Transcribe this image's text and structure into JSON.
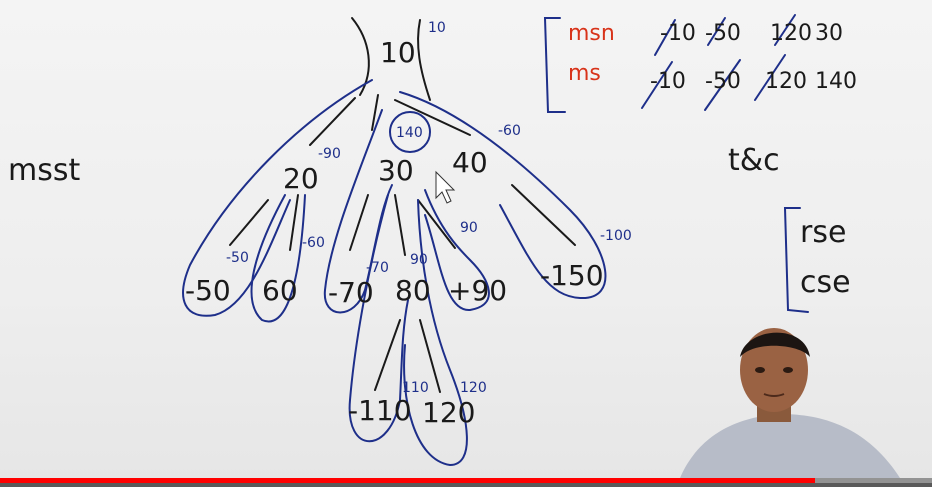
{
  "video": {
    "progress_percent": 87.4
  },
  "board": {
    "title_left": "msst",
    "root": {
      "value": "10",
      "tag": "10"
    },
    "level1": [
      {
        "value": "20",
        "tag": "-90"
      },
      {
        "value": "30",
        "tag": "140"
      },
      {
        "value": "40",
        "tag": "-60"
      }
    ],
    "leaves_20": [
      {
        "value": "-50",
        "tag": "-50"
      },
      {
        "value": "60",
        "tag": "-60"
      }
    ],
    "leaves_30": [
      {
        "value": "-70",
        "tag": "-70"
      },
      {
        "value": "80",
        "tag": "90"
      },
      {
        "value": "+90",
        "tag": "90"
      }
    ],
    "leaves_40": [
      {
        "value": "-150",
        "tag": "-100"
      }
    ],
    "leaves_80": [
      {
        "value": "-110",
        "tag": "110"
      },
      {
        "value": "120",
        "tag": "120"
      }
    ],
    "memo": {
      "row1_label": "msn",
      "row1_values": [
        "-10",
        "-50",
        "120",
        "30"
      ],
      "row2_label": "ms",
      "row2_values": [
        "-10",
        "-50",
        "120",
        "140"
      ]
    },
    "complexity_label": "t&c",
    "complexity_items": [
      "rse",
      "cse"
    ]
  },
  "colors": {
    "ink_black": "#1a1a1a",
    "ink_blue": "#1e2f8a",
    "ink_red": "#d8331a",
    "progress_red": "#ff0000"
  }
}
